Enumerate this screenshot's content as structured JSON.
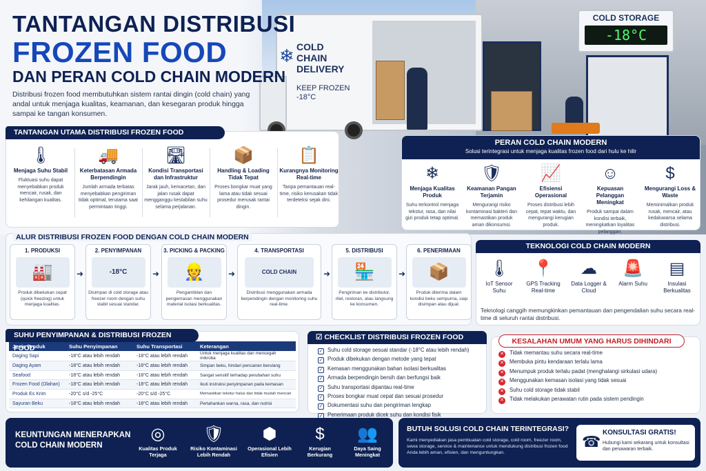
{
  "hero": {
    "title_line1": "TANTANGAN DISTRIBUSI",
    "title_line2": "FROZEN FOOD",
    "title_line3": "DAN PERAN COLD CHAIN MODERN",
    "intro": "Distribusi frozen food membutuhkan sistem rantai dingin (cold chain) yang andal untuk menjaga kualitas, keamanan, dan kesegaran produk hingga sampai ke tangan konsumen.",
    "truck_label": "COLD CHAIN DELIVERY",
    "truck_keep": "KEEP FROZEN",
    "truck_temp": "-18°C",
    "sign_title": "COLD STORAGE",
    "sign_temp": "-18°C"
  },
  "challenges": {
    "header": "TANTANGAN UTAMA DISTRIBUSI FROZEN FOOD",
    "items": [
      {
        "icon": "thermometer-icon",
        "label": "Menjaga Suhu Stabil",
        "desc": "Fluktuasi suhu dapat menyebabkan produk mencair, rusak, dan kehilangan kualitas."
      },
      {
        "icon": "truck-icon",
        "label": "Keterbatasan Armada Berpendingin",
        "desc": "Jumlah armada terbatas menyebabkan pengiriman tidak optimal, terutama saat permintaan tinggi."
      },
      {
        "icon": "road-icon",
        "label": "Kondisi Transportasi dan Infrastruktur",
        "desc": "Jarak jauh, kemacetan, dan jalan rusak dapat mengganggu kestabilan suhu selama perjalanan."
      },
      {
        "icon": "box-icon",
        "label": "Handling & Loading Tidak Tepat",
        "desc": "Proses bongkar muat yang lama atau tidak sesuai prosedur merusak rantai dingin."
      },
      {
        "icon": "clipboard-icon",
        "label": "Kurangnya Monitoring Real-time",
        "desc": "Tanpa pemantauan real-time, risiko kerusakan tidak terdeteksi sejak dini."
      }
    ]
  },
  "roles": {
    "header": "PERAN COLD CHAIN MODERN",
    "subtitle": "Solusi terintegrasi untuk menjaga kualitas frozen food dari hulu ke hilir",
    "items": [
      {
        "icon": "snowflake-icon",
        "label": "Menjaga Kualitas Produk",
        "desc": "Suhu terkontrol menjaga tekstur, rasa, dan nilai gizi produk tetap optimal."
      },
      {
        "icon": "shield-check-icon",
        "label": "Keamanan Pangan Terjamin",
        "desc": "Mengurangi risiko kontaminasi bakteri dan memastikan produk aman dikonsumsi."
      },
      {
        "icon": "chart-icon",
        "label": "Efisiensi Operasional",
        "desc": "Proses distribusi lebih cepat, tepat waktu, dan mengurangi kerugian produk."
      },
      {
        "icon": "smile-icon",
        "label": "Kepuasan Pelanggan Meningkat",
        "desc": "Produk sampai dalam kondisi terbaik, meningkatkan loyalitas pelanggan."
      },
      {
        "icon": "dollar-icon",
        "label": "Mengurangi Loss & Waste",
        "desc": "Meminimalkan produk rusak, mencair, atau kedaluwarsa selama distribusi."
      }
    ]
  },
  "flow": {
    "header": "ALUR DISTRIBUSI FROZEN FOOD DENGAN COLD CHAIN MODERN",
    "steps": [
      {
        "name": "1. PRODUKSI",
        "icon": "factory-icon",
        "desc": "Produk dibekukan cepat (quick freezing) untuk menjaga kualitas."
      },
      {
        "name": "2. PENYIMPANAN",
        "icon": "warehouse-icon",
        "badge": "-18°C",
        "desc": "Disimpan di cold storage atau freezer room dengan suhu stabil sesuai standar."
      },
      {
        "name": "3. PICKING & PACKING",
        "icon": "worker-icon",
        "desc": "Pengambilan dan pengemasan menggunakan material isolasi berkualitas."
      },
      {
        "name": "4. TRANSPORTASI",
        "icon": "truck-icon",
        "badge": "COLD CHAIN",
        "desc": "Distribusi menggunakan armada berpendingin dengan monitoring suhu real-time."
      },
      {
        "name": "5. DISTRIBUSI",
        "icon": "store-icon",
        "desc": "Pengiriman ke distributor, ritel, restoran, atau langsung ke konsumen."
      },
      {
        "name": "6. PENERIMAAN",
        "icon": "receive-icon",
        "desc": "Produk diterima dalam kondisi beku sempurna, siap disimpan atau dijual."
      }
    ]
  },
  "tech": {
    "header": "TEKNOLOGI COLD CHAIN MODERN",
    "items": [
      {
        "icon": "sensor-icon",
        "label": "IoT Sensor Suhu"
      },
      {
        "icon": "gps-icon",
        "label": "GPS Tracking Real-time"
      },
      {
        "icon": "cloud-icon",
        "label": "Data Logger & Cloud"
      },
      {
        "icon": "alarm-icon",
        "label": "Alarm Suhu"
      },
      {
        "icon": "layers-icon",
        "label": "Insulasi Berkualitas"
      }
    ],
    "note": "Teknologi canggih memungkinkan pemantauan dan pengendalian suhu secara real-time di seluruh rantai distribusi."
  },
  "table": {
    "header": "SUHU PENYIMPANAN & DISTRIBUSI FROZEN FOOD",
    "columns": [
      "Jenis Produk",
      "Suhu Penyimpanan",
      "Suhu Transportasi",
      "Keterangan"
    ],
    "rows": [
      [
        "Daging Sapi",
        "-18°C atau lebih rendah",
        "-18°C atau lebih rendah",
        "Untuk menjaga kualitas dan mencegah mikroba"
      ],
      [
        "Daging Ayam",
        "-18°C atau lebih rendah",
        "-18°C atau lebih rendah",
        "Simpan beku, hindari pencairan berulang"
      ],
      [
        "Seafood",
        "-18°C atau lebih rendah",
        "-18°C atau lebih rendah",
        "Sangat sensitif terhadap perubahan suhu"
      ],
      [
        "Frozen Food (Olahan)",
        "-18°C atau lebih rendah",
        "-18°C atau lebih rendah",
        "Ikuti instruksi penyimpanan pada kemasan"
      ],
      [
        "Produk Es Krim",
        "-20°C s/d -25°C",
        "-20°C s/d -25°C",
        "Memastikan tekstur halus dan tidak mudah mencair"
      ],
      [
        "Sayuran Beku",
        "-18°C atau lebih rendah",
        "-18°C atau lebih rendah",
        "Pertahankan warna, rasa, dan nutrisi"
      ]
    ]
  },
  "checklist": {
    "header": "CHECKLIST DISTRIBUSI FROZEN FOOD",
    "items": [
      "Suhu cold storage sesuai standar (-18°C atau lebih rendah)",
      "Produk dibekukan dengan metode yang tepat",
      "Kemasan menggunakan bahan isolasi berkualitas",
      "Armada berpendingin bersih dan berfungsi baik",
      "Suhu transportasi dipantau real-time",
      "Proses bongkar muat cepat dan sesuai prosedur",
      "Dokumentasi suhu dan pengiriman lengkap",
      "Penerimaan produk dicek suhu dan kondisi fisik"
    ]
  },
  "mistakes": {
    "header": "KESALAHAN UMUM YANG HARUS DIHINDARI",
    "items": [
      "Tidak memantau suhu secara real-time",
      "Membuka pintu kendaraan terlalu lama",
      "Menumpuk produk terlalu padat (menghalangi sirkulasi udara)",
      "Menggunakan kemasan isolasi yang tidak sesuai",
      "Suhu cold storage tidak stabil",
      "Tidak melakukan perawatan rutin pada sistem pendingin"
    ]
  },
  "benefits": {
    "header_line1": "KEUNTUNGAN MENERAPKAN",
    "header_line2": "COLD CHAIN MODERN",
    "items": [
      {
        "icon": "target-icon",
        "label": "Kualitas Produk Terjaga"
      },
      {
        "icon": "shield-check-icon",
        "label": "Risiko Kontaminasi Lebih Rendah"
      },
      {
        "icon": "boxes-icon",
        "label": "Operasional Lebih Efisien"
      },
      {
        "icon": "money-down-icon",
        "label": "Kerugian Berkurang"
      },
      {
        "icon": "people-icon",
        "label": "Daya Saing Meningkat"
      }
    ]
  },
  "cta": {
    "title": "BUTUH SOLUSI COLD CHAIN TERINTEGRASI?",
    "body": "Kami menyediakan jasa pembuatan cold storage, cold room, freezer room, sewa storage, service & maintenance untuk mendukung distribusi frozen food Anda lebih aman, efisien, dan menguntungkan.",
    "button_title": "KONSULTASI GRATIS!",
    "button_desc": "Hubungi kami sekarang untuk konsultasi dan penawaran terbaik."
  }
}
